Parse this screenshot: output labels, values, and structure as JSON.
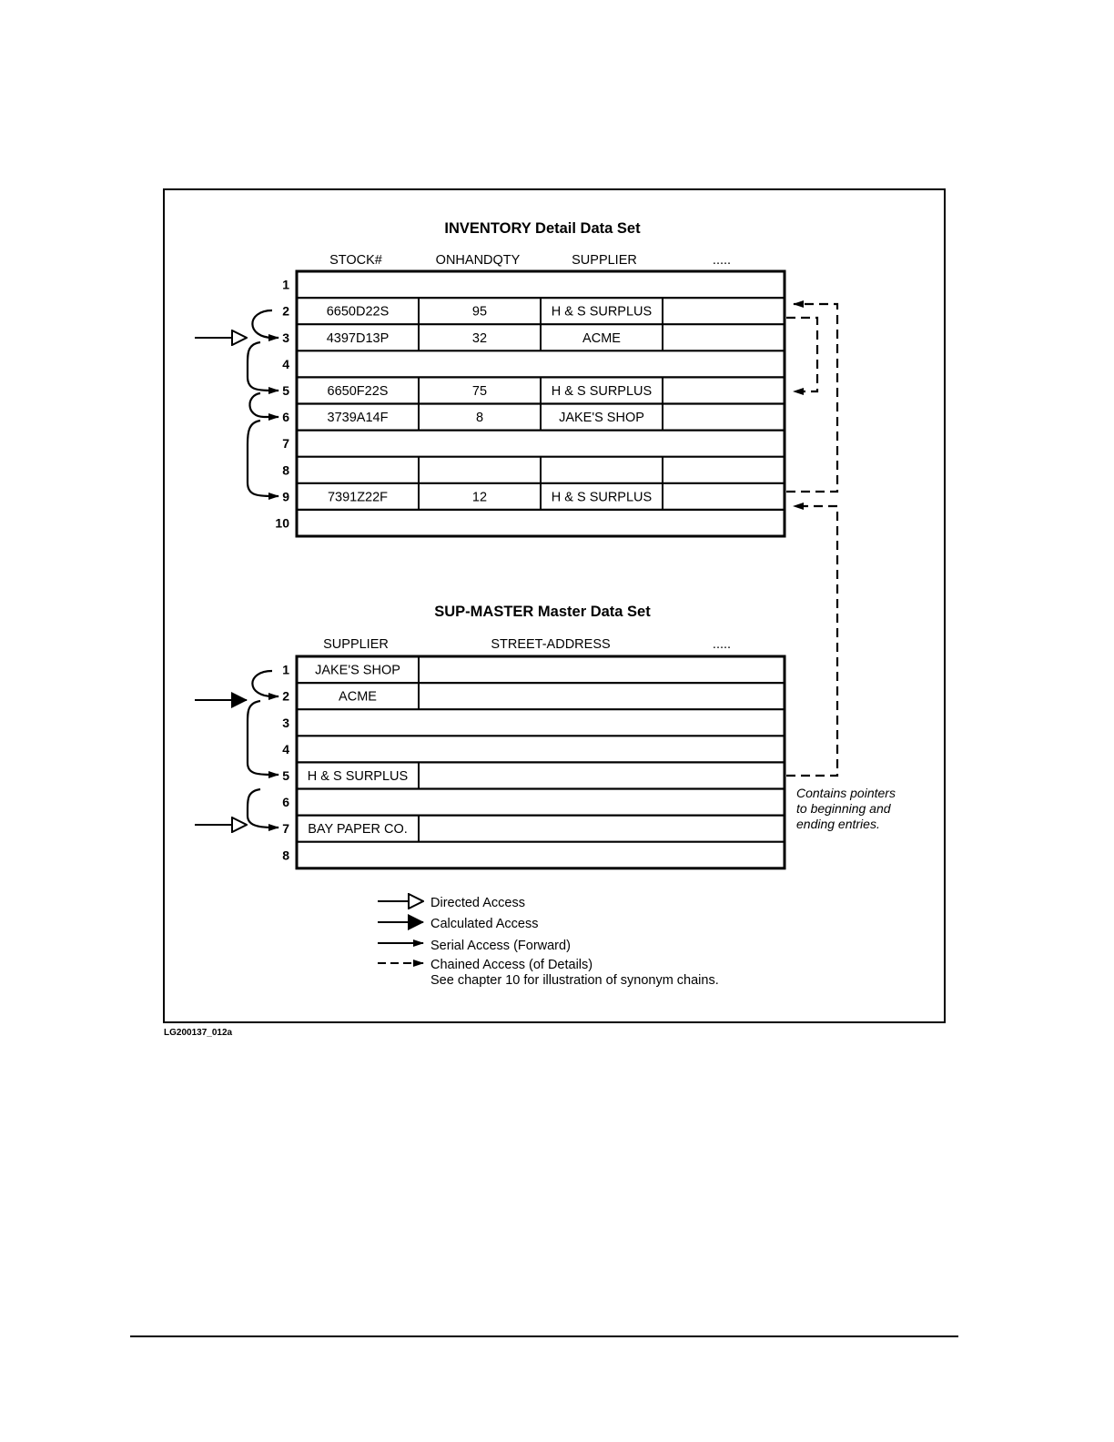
{
  "figure_id": "LG200137_012a",
  "inventory": {
    "title": "INVENTORY Detail Data Set",
    "columns": [
      "STOCK#",
      "ONHANDQTY",
      "SUPPLIER",
      "....."
    ],
    "rows": [
      {
        "num": "1",
        "cells": null
      },
      {
        "num": "2",
        "cells": [
          "6650D22S",
          "95",
          "H & S SURPLUS",
          ""
        ]
      },
      {
        "num": "3",
        "cells": [
          "4397D13P",
          "32",
          "ACME",
          ""
        ]
      },
      {
        "num": "4",
        "cells": null
      },
      {
        "num": "5",
        "cells": [
          "6650F22S",
          "75",
          "H & S SURPLUS",
          ""
        ]
      },
      {
        "num": "6",
        "cells": [
          "3739A14F",
          "8",
          "JAKE'S SHOP",
          ""
        ]
      },
      {
        "num": "7",
        "cells": null
      },
      {
        "num": "8",
        "cells": [
          "",
          "",
          "",
          ""
        ]
      },
      {
        "num": "9",
        "cells": [
          "7391Z22F",
          "12",
          "H & S SURPLUS",
          ""
        ]
      },
      {
        "num": "10",
        "cells": null
      }
    ]
  },
  "master": {
    "title": "SUP-MASTER Master Data Set",
    "columns": [
      "SUPPLIER",
      "STREET-ADDRESS",
      "....."
    ],
    "rows": [
      {
        "num": "1",
        "cells": [
          "JAKE'S SHOP",
          ""
        ]
      },
      {
        "num": "2",
        "cells": [
          "ACME",
          ""
        ]
      },
      {
        "num": "3",
        "cells": null
      },
      {
        "num": "4",
        "cells": null
      },
      {
        "num": "5",
        "cells": [
          "H & S SURPLUS",
          ""
        ]
      },
      {
        "num": "6",
        "cells": null
      },
      {
        "num": "7",
        "cells": [
          "BAY PAPER CO.",
          ""
        ]
      },
      {
        "num": "8",
        "cells": null
      }
    ]
  },
  "annotation": [
    "Contains pointers",
    "to beginning and",
    "ending entries."
  ],
  "legend": [
    {
      "type": "directed",
      "label": "Directed  Access"
    },
    {
      "type": "calculated",
      "label": "Calculated Access"
    },
    {
      "type": "serial",
      "label": "Serial Access (Forward)"
    },
    {
      "type": "chained",
      "label": "Chained Access (of Details)",
      "sub": "See chapter 10 for illustration of synonym chains."
    }
  ],
  "access_paths": {
    "inventory_directed_entry_row": 3,
    "inventory_serial_links": [
      [
        2,
        3
      ],
      [
        3,
        5
      ],
      [
        5,
        6
      ],
      [
        6,
        9
      ]
    ],
    "inventory_chain_links": [
      [
        2,
        5
      ],
      [
        9,
        2
      ]
    ],
    "master_calculated_entry_row": 2,
    "master_directed_entry_row": 7,
    "master_serial_links": [
      [
        1,
        2
      ],
      [
        2,
        5
      ],
      [
        5,
        7
      ]
    ],
    "master_to_detail_chain": {
      "from_master_row": 5,
      "to_detail_row": 9
    }
  }
}
